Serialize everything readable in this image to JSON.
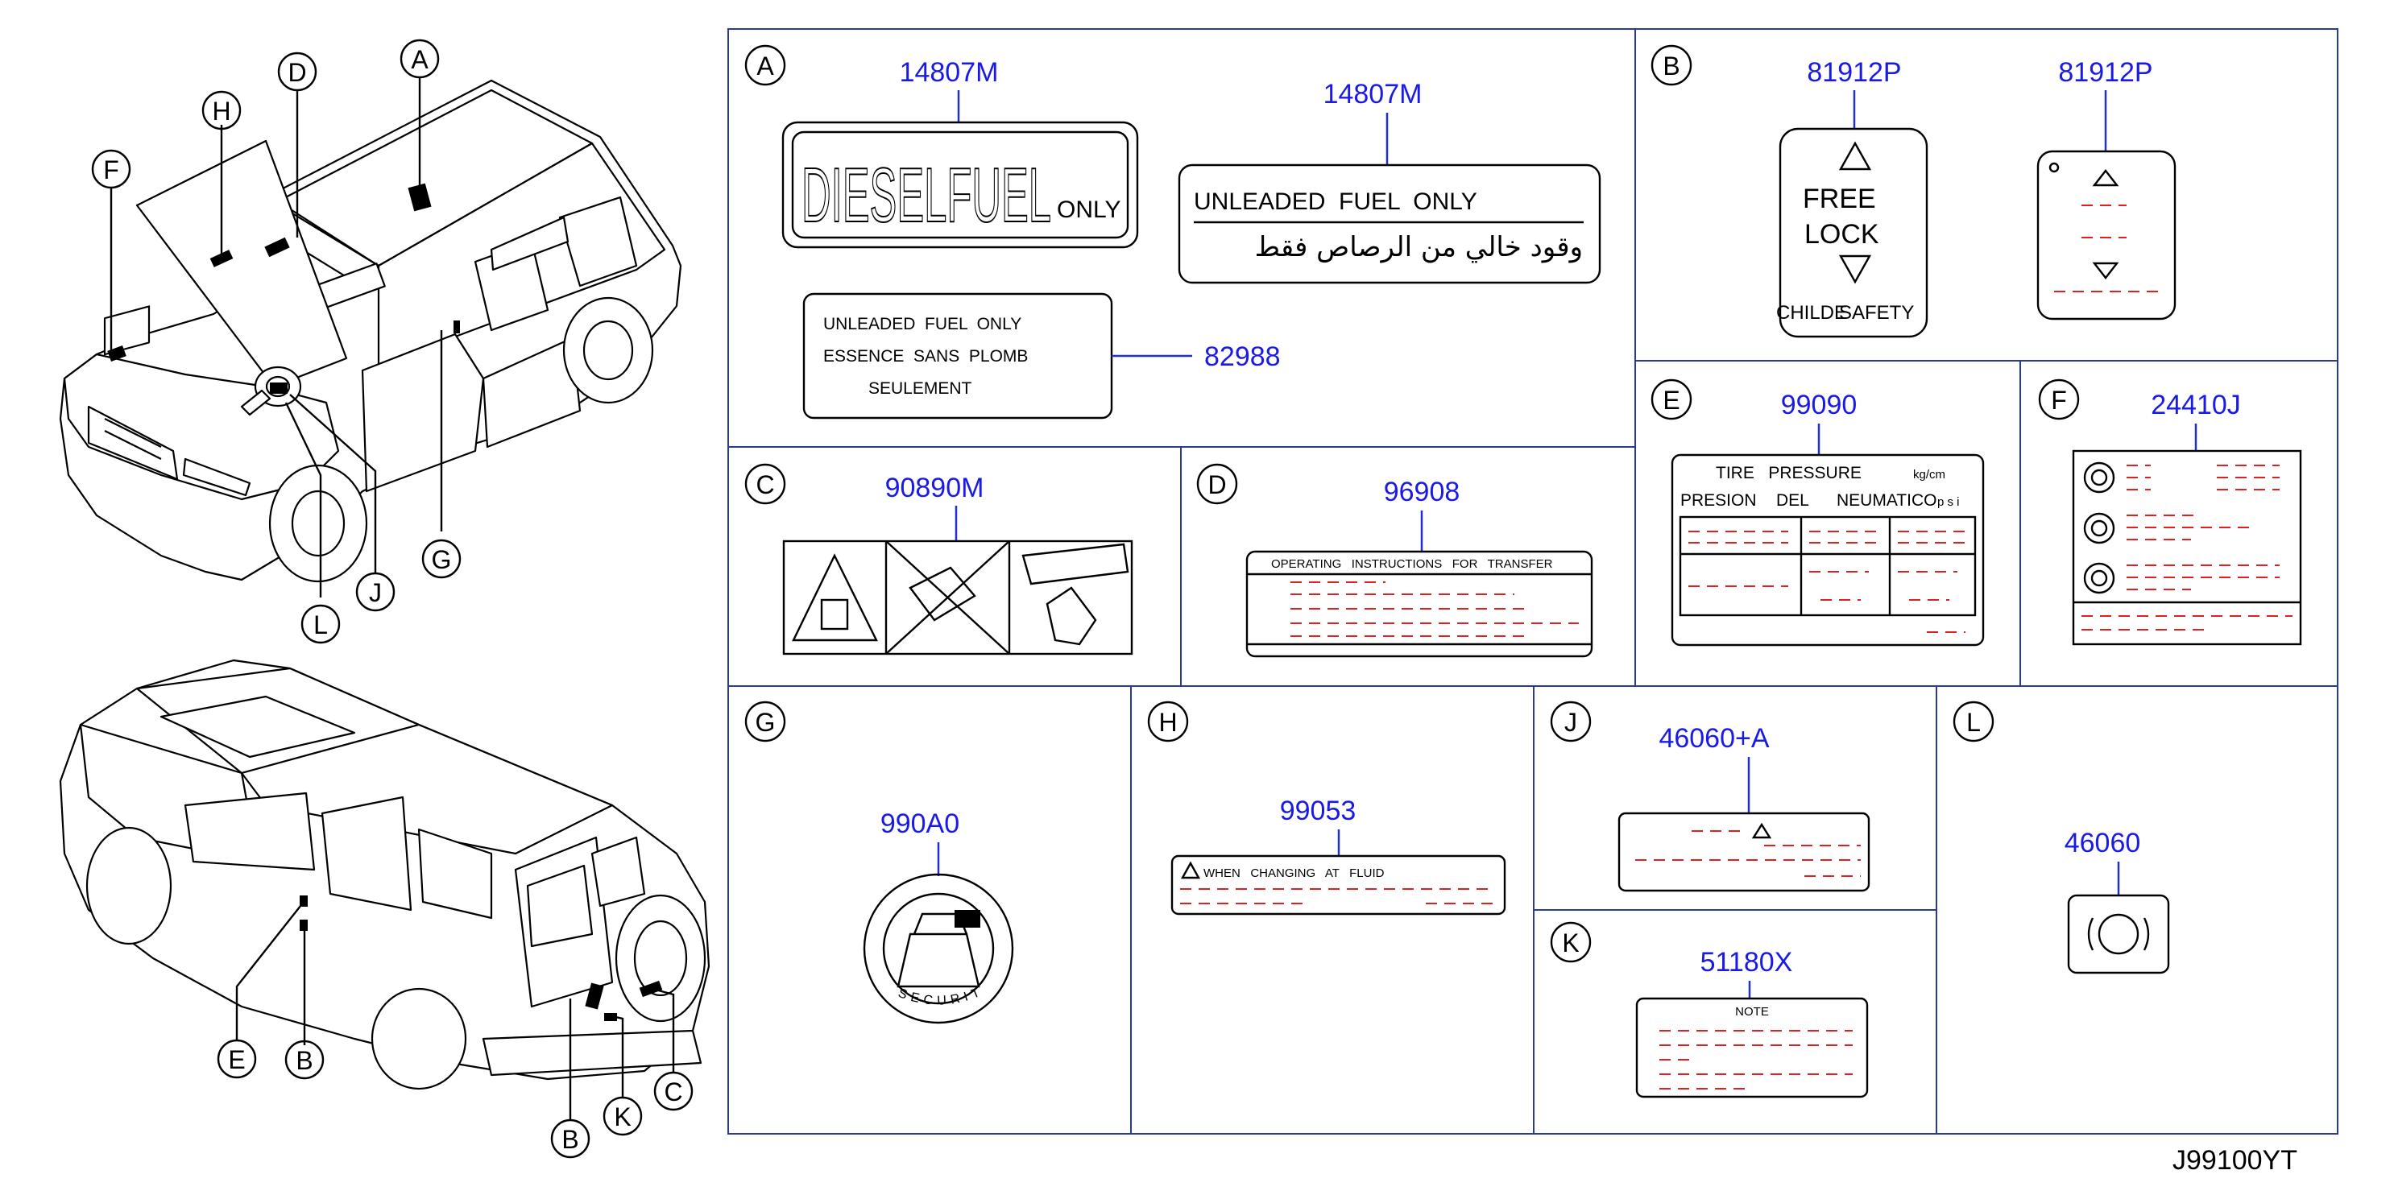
{
  "diagram_id": "J99100YT",
  "callouts": {
    "front_vehicle": [
      "A",
      "D",
      "H",
      "F",
      "G",
      "J",
      "L"
    ],
    "rear_vehicle": [
      "E",
      "B",
      "B",
      "K",
      "C"
    ]
  },
  "panels": {
    "A": {
      "letter": "A",
      "parts": [
        "14807M",
        "14807M",
        "82988"
      ],
      "diesel_text": "DIESELFUEL",
      "diesel_only": "ONLY",
      "unleaded_en": "UNLEADED  FUEL  ONLY",
      "unleaded_ar": "وقود خالي من الرصاص فقط",
      "tri_1": "UNLEADED  FUEL  ONLY",
      "tri_2": "ESSENCE  SANS  PLOMB",
      "tri_3": "SEULEMENT"
    },
    "B": {
      "letter": "B",
      "parts": [
        "81912P",
        "81912P"
      ],
      "free": "FREE",
      "lock": "LOCK",
      "childe": "CHILDE",
      "safety": "SAFETY"
    },
    "C": {
      "letter": "C",
      "parts": [
        "90890M"
      ]
    },
    "D": {
      "letter": "D",
      "parts": [
        "96908"
      ],
      "header": "OPERATING   INSTRUCTIONS   FOR   TRANSFER"
    },
    "E": {
      "letter": "E",
      "parts": [
        "99090"
      ],
      "tire": "TIRE   PRESSURE",
      "unit": "kg/cm",
      "row2": [
        "PRESION",
        "DEL",
        "NEUMATICO"
      ],
      "psi": "p  s  i"
    },
    "F": {
      "letter": "F",
      "parts": [
        "24410J"
      ]
    },
    "G": {
      "letter": "G",
      "parts": [
        "990A0"
      ],
      "ring": "SECURITY"
    },
    "H": {
      "letter": "H",
      "parts": [
        "99053"
      ],
      "warn": "WHEN   CHANGING   AT   FLUID"
    },
    "J": {
      "letter": "J",
      "parts": [
        "46060+A"
      ]
    },
    "K": {
      "letter": "K",
      "parts": [
        "51180X"
      ],
      "note": "NOTE"
    },
    "L": {
      "letter": "L",
      "parts": [
        "46060"
      ]
    }
  }
}
